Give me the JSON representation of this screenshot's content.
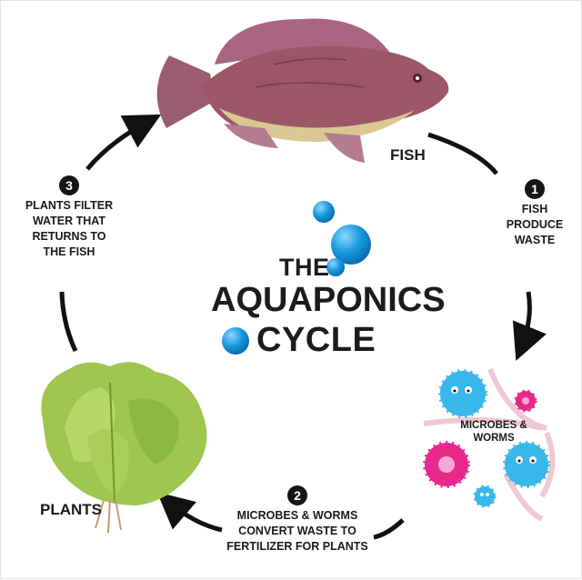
{
  "diagram": {
    "title": {
      "line1": "THE",
      "line2": "AQUAPONICS",
      "line3": "CYCLE"
    },
    "labels": {
      "fish": "FISH",
      "plants": "PLANTS",
      "microbes": "MICROBES & WORMS"
    },
    "steps": [
      {
        "number": "1",
        "lines": [
          "FISH",
          "PRODUCE",
          "WASTE"
        ]
      },
      {
        "number": "2",
        "lines": [
          "MICROBES & WORMS",
          "CONVERT WASTE TO",
          "FERTILIZER FOR PLANTS"
        ]
      },
      {
        "number": "3",
        "lines": [
          "PLANTS FILTER",
          "WATER THAT",
          "RETURNS TO",
          "THE FISH"
        ]
      }
    ]
  },
  "colors": {
    "bubble": "#1a9ae0",
    "fish": "#9b5768",
    "lettuce": "#9fc64e",
    "microbe_blue": "#39b7ea",
    "microbe_pink": "#e8298c",
    "worm": "#f0c8d2",
    "arrow": "#111111"
  }
}
